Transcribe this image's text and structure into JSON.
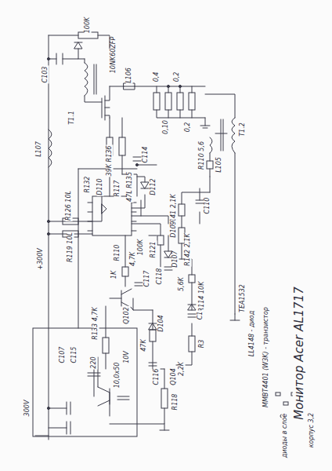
{
  "diagram": {
    "title": "Монитор Acer AL1717",
    "labels": [
      "C103",
      "100K",
      "T1.1",
      "10NK60ZFP",
      "L106",
      "0,4",
      "0,10",
      "0,2",
      "0,2",
      "L107",
      "+300V",
      "R126 10L",
      "R119 10L",
      "R132",
      "D110",
      "R117",
      "39K R136",
      "47L R135",
      "C114",
      "D112",
      "R110 5,6",
      "L105",
      "T1.2",
      "R141 2,1K",
      "C110",
      "D109",
      "R142 2,1K",
      "R121",
      "100K",
      "C118",
      "D107",
      "5,6K",
      "R114 10K",
      "C1",
      "R3",
      "2,2K",
      "R110",
      "4,7K",
      "1K",
      "Q102",
      "C117",
      "R133 4,7K",
      "D104",
      "47K",
      "C116",
      "Q104",
      "R118",
      "C107",
      "C115",
      "220",
      "10,0x50",
      "10V",
      "300V",
      "TEA1532",
      "LL4148 - диод",
      "MMBT4401 (W3K) - транзистор",
      "диоды в слое",
      "корпус 3,2"
    ]
  }
}
